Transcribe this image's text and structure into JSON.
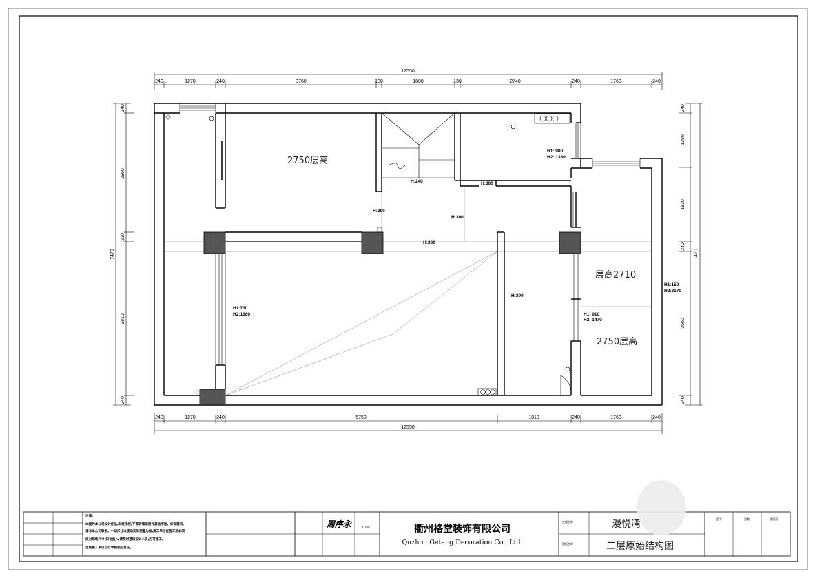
{
  "top_dims": {
    "total": "12550",
    "segments": [
      "240",
      "1270",
      "240",
      "3760",
      "130",
      "1800",
      "130",
      "2740",
      "240",
      "1760",
      "240"
    ]
  },
  "bottom_dims": {
    "total": "12550",
    "segments": [
      "240",
      "1270",
      "240",
      "5750",
      "1810",
      "240",
      "1760",
      "240"
    ]
  },
  "left_dims": {
    "total": "7470",
    "segments": [
      "240",
      "2960",
      "220",
      "3810",
      "240"
    ]
  },
  "right_dims": {
    "total": "7470",
    "segments": [
      "240",
      "1380",
      "1830",
      "240",
      "3560",
      "240"
    ]
  },
  "rooms": {
    "upper_left_height": "2750层高",
    "right_mid_height": "层高2710",
    "right_lower_height": "2750层高"
  },
  "annotations": {
    "stair_h": "H:240",
    "kitchen_h": "H:300",
    "corridor_h1": "H:300",
    "corridor_h2": "H:300",
    "beam_h": "H:330",
    "right_room_h": "H:300",
    "kitchen_window_h1": "H1: 980",
    "kitchen_window_h2": "H2: 1380",
    "left_window_h1": "H1:730",
    "left_window_h2": "H2:1680",
    "right_window_h1": "H1: 910",
    "right_window_h2": "H2: 1470",
    "outer_window_h1": "H1:150",
    "outer_window_h2": "H2:2170"
  },
  "title_block": {
    "company_cn": "衢州格堂装饰有限公司",
    "company_en": "Quzhou Getang Decoration Co., Ltd.",
    "project_name": "漫悦湾",
    "drawing_title": "二层原始结构图",
    "scale": "1:100",
    "notes_heading": "注意:",
    "notes_line1": "本图为本公司设计作品,未经授权,不得转载或用作其他用途。如有疑问,",
    "notes_line2": "请与本公司联系。一切尺寸以现场实际测量为准,施工单位在施工前必须",
    "notes_line3": "核对现场尺寸,如有出入,请及时通知设计人员,方可施工。",
    "notes_line4": "否则施工单位自行承担相应责任。",
    "signature": "周序永",
    "field_project_label": "工程名称",
    "field_drawing_label": "图纸名称",
    "field_no_label": "图号",
    "field_sheet_label": "张数",
    "field_sheetno_label": "图纸号"
  }
}
